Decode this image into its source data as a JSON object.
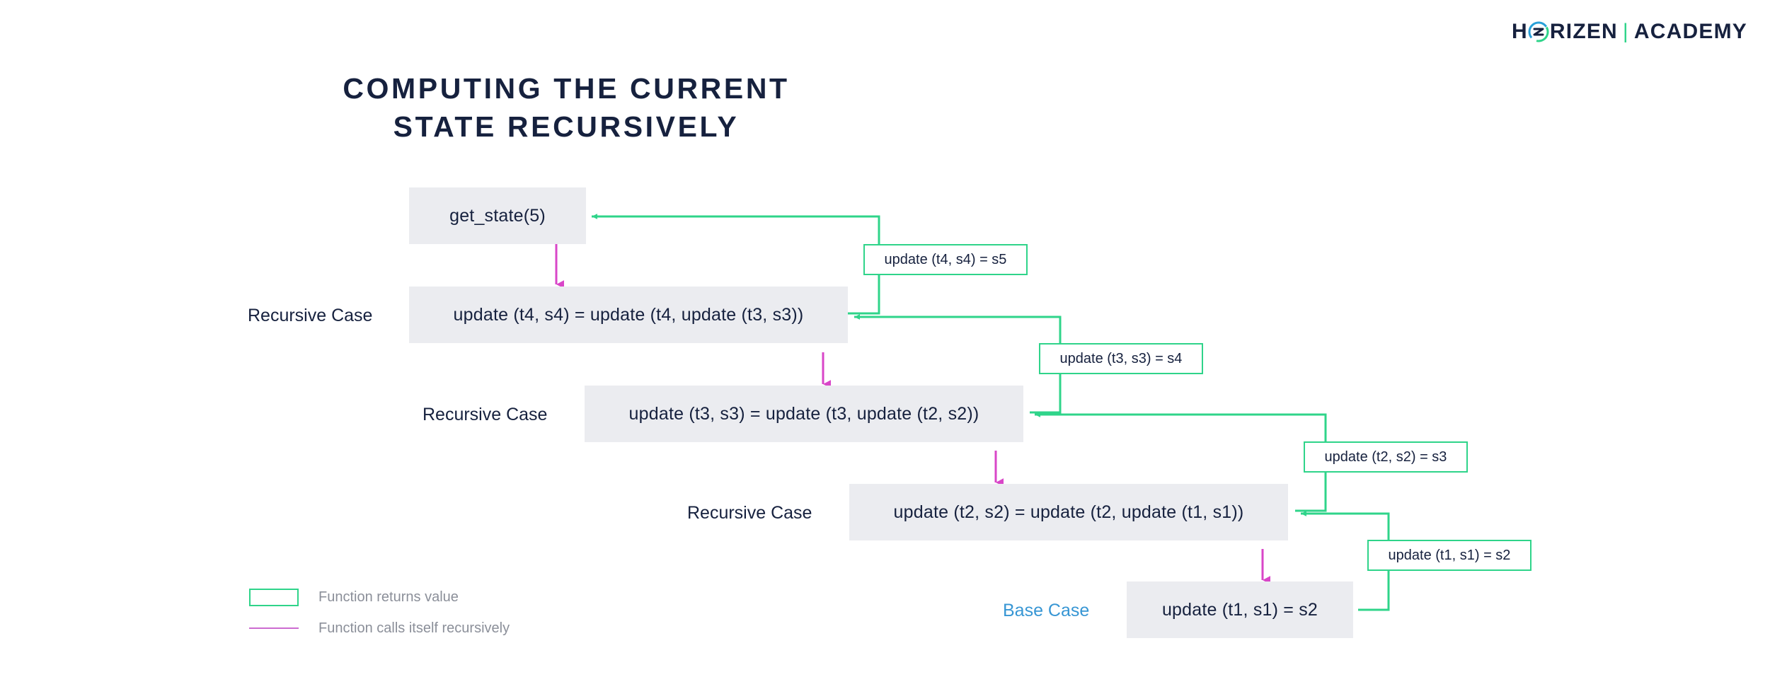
{
  "brand": {
    "name_primary": "H",
    "name_primary_rest": "RIZEN",
    "divider": "|",
    "name_secondary": "ACADEMY",
    "mark_icon": "horizen-swirl-icon",
    "color_navy": "#16213e",
    "color_green": "#2fd48a",
    "color_blue": "#29a0d8"
  },
  "title": "COMPUTING THE CURRENT\nSTATE RECURSIVELY",
  "colors": {
    "node_fill": "#ebecf0",
    "text_navy": "#16213e",
    "return_green": "#2fd48a",
    "recurse_magenta": "#d946c8",
    "base_case_blue": "#3796d4",
    "legend_text_gray": "#8b8f99"
  },
  "nodes": [
    {
      "id": "n1",
      "label": "get_state(5)",
      "case": ""
    },
    {
      "id": "n2",
      "label": "update (t4, s4) = update (t4, update (t3, s3))",
      "case": "Recursive Case"
    },
    {
      "id": "n3",
      "label": "update (t3, s3) = update (t3, update (t2, s2))",
      "case": "Recursive Case"
    },
    {
      "id": "n4",
      "label": "update (t2, s2) = update (t2, update (t1, s1))",
      "case": "Recursive Case"
    },
    {
      "id": "n5",
      "label": "update (t1, s1) = s2",
      "case": "Base Case"
    }
  ],
  "return_labels": [
    {
      "id": "r1",
      "text": "update (t4, s4) = s5"
    },
    {
      "id": "r2",
      "text": "update (t3, s3) = s4"
    },
    {
      "id": "r3",
      "text": "update (t2, s2) = s3"
    },
    {
      "id": "r4",
      "text": "update (t1, s1) = s2"
    }
  ],
  "legend": [
    {
      "swatch": "box",
      "text": "Function returns value"
    },
    {
      "swatch": "line",
      "text": "Function calls itself recursively"
    }
  ]
}
